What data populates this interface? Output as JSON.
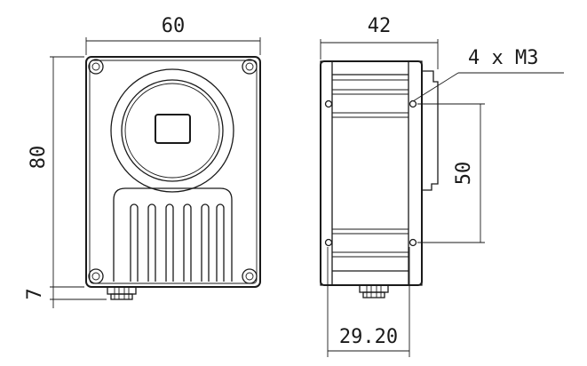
{
  "dimensions": {
    "front_width": "60",
    "front_height": "80",
    "connector_height": "7",
    "side_depth": "42",
    "mount_spacing": "50",
    "connector_offset": "29.20",
    "screw_callout": "4 x M3"
  }
}
